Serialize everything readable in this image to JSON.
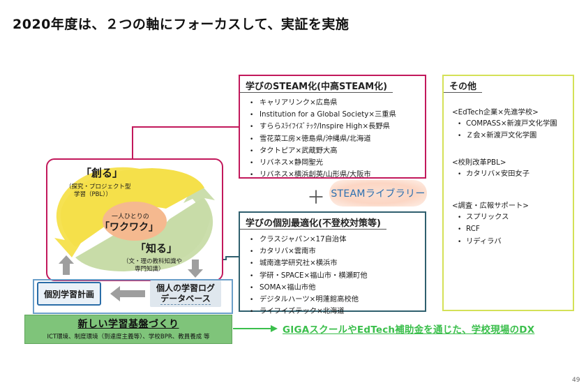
{
  "title": "2020年度は、２つの軸にフォーカスして、実証を実施",
  "steam_box": {
    "title": "学びのSTEAM化(中高STEAM化)",
    "items": [
      "キャリアリンク×広島県",
      "Institution for a Global Society×三重県",
      "すららｽﾗｲﾌｲｽﾞﾃｯｸ/Inspire High×長野県",
      "雪花菜工房×徳島県/沖縄県/北海道",
      "タクトピア×武蔵野大高",
      "リバネス×静岡聖光",
      "リバネス×横浜創英/山形県/大阪市"
    ]
  },
  "plus": "＋",
  "library": "STEAMライブラリー",
  "individual_box": {
    "title": "学びの個別最適化(不登校対策等)",
    "items": [
      "クラスジャパン×17自治体",
      "カタリバ×雲南市",
      "城南進学研究社×横浜市",
      "学研・SPACE×福山市・横瀬町他",
      "SOMA×福山市他",
      "デジタルハーツ×明蓬館高校他",
      "ライフイズテック×北海道"
    ]
  },
  "other_box": {
    "title": "その他",
    "sections": [
      {
        "heading": "<EdTech企業×先進学校>",
        "items": [
          "COMPASS×新渡戸文化学園",
          "Ｚ会×新渡戸文化学園"
        ]
      },
      {
        "heading": "<校則改革PBL>",
        "items": [
          "カタリバ×安田女子"
        ]
      },
      {
        "heading": "<調査・広報サポート>",
        "items": [
          "スプリックス",
          "RCF",
          "リディラバ"
        ]
      }
    ]
  },
  "cycle": {
    "create": "「創る」",
    "create_sub1": "（探究・プロジェクト型",
    "create_sub2": "学習（PBL））",
    "center_sub": "一人ひとりの",
    "center_main": "「ワクワク」",
    "know": "「知る」",
    "know_sub1": "（文・理の教科知識や",
    "know_sub2": "専門知識）",
    "colors": {
      "yellow": "#f5e04a",
      "green": "#c8dca8",
      "center": "#f5b98f",
      "frame": "#c2185b"
    }
  },
  "plan_label": "個別学習計画",
  "db_line1": "個人の学習ログ",
  "db_line2": "データベース",
  "foundation": {
    "title": "新しい学習基盤づくり",
    "sub": "ICT環境、制度環境（到達度主義等）、学校BPR、教員養成 等"
  },
  "giga": "GIGAスクールやEdTech補助金を通じた、学校現場のDX",
  "page_number": "49"
}
